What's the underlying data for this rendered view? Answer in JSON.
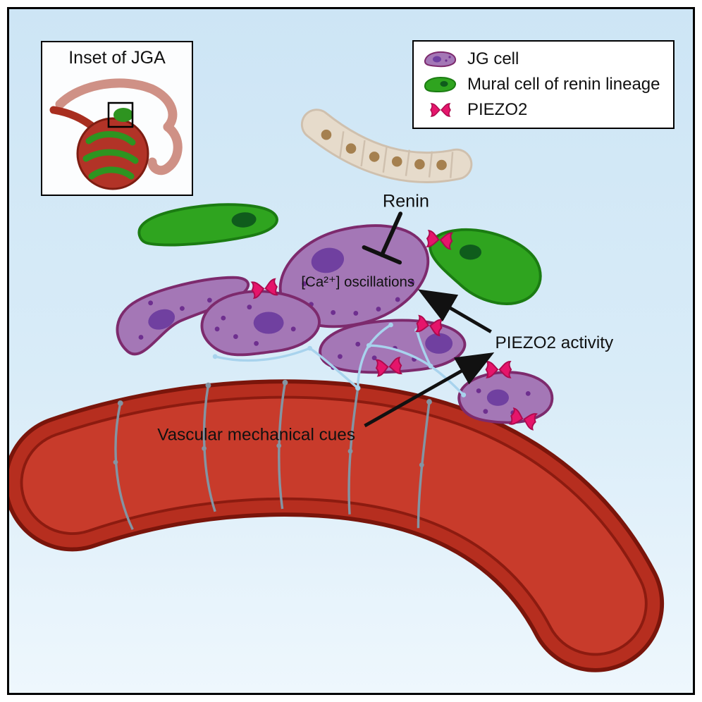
{
  "figure": {
    "background_top": "#cde5f5",
    "background_bottom": "#eef7fd",
    "frame_border": "#000000"
  },
  "inset": {
    "title": "Inset of JGA"
  },
  "legend": {
    "items": [
      {
        "icon": "jg-cell-icon",
        "label": "JG cell"
      },
      {
        "icon": "mural-cell-icon",
        "label": "Mural cell of renin lineage"
      },
      {
        "icon": "piezo2-icon",
        "label": "PIEZO2"
      }
    ]
  },
  "labels": {
    "renin": "Renin",
    "ca_oscillations": "[Ca²⁺] oscillations",
    "piezo2_activity": "PIEZO2 activity",
    "vascular_cues": "Vascular mechanical cues"
  },
  "colors": {
    "jg_cell_fill": "#a477b6",
    "jg_cell_outline": "#7d2a6d",
    "jg_nucleus": "#7040a0",
    "mural_cell_fill": "#2fa41f",
    "mural_cell_outline": "#1b7c12",
    "mural_nucleus": "#0f5c1c",
    "piezo2_pink": "#e5156b",
    "vessel_wall": "#b62e1f",
    "vessel_lumen": "#c83b2b",
    "vessel_outline": "#7a150b",
    "tubule_fill": "#e6dbcb",
    "tubule_dot": "#a5804f",
    "nerve_gray": "#8494a2",
    "nerve_blue": "#a8d3ed",
    "text": "#111111"
  }
}
